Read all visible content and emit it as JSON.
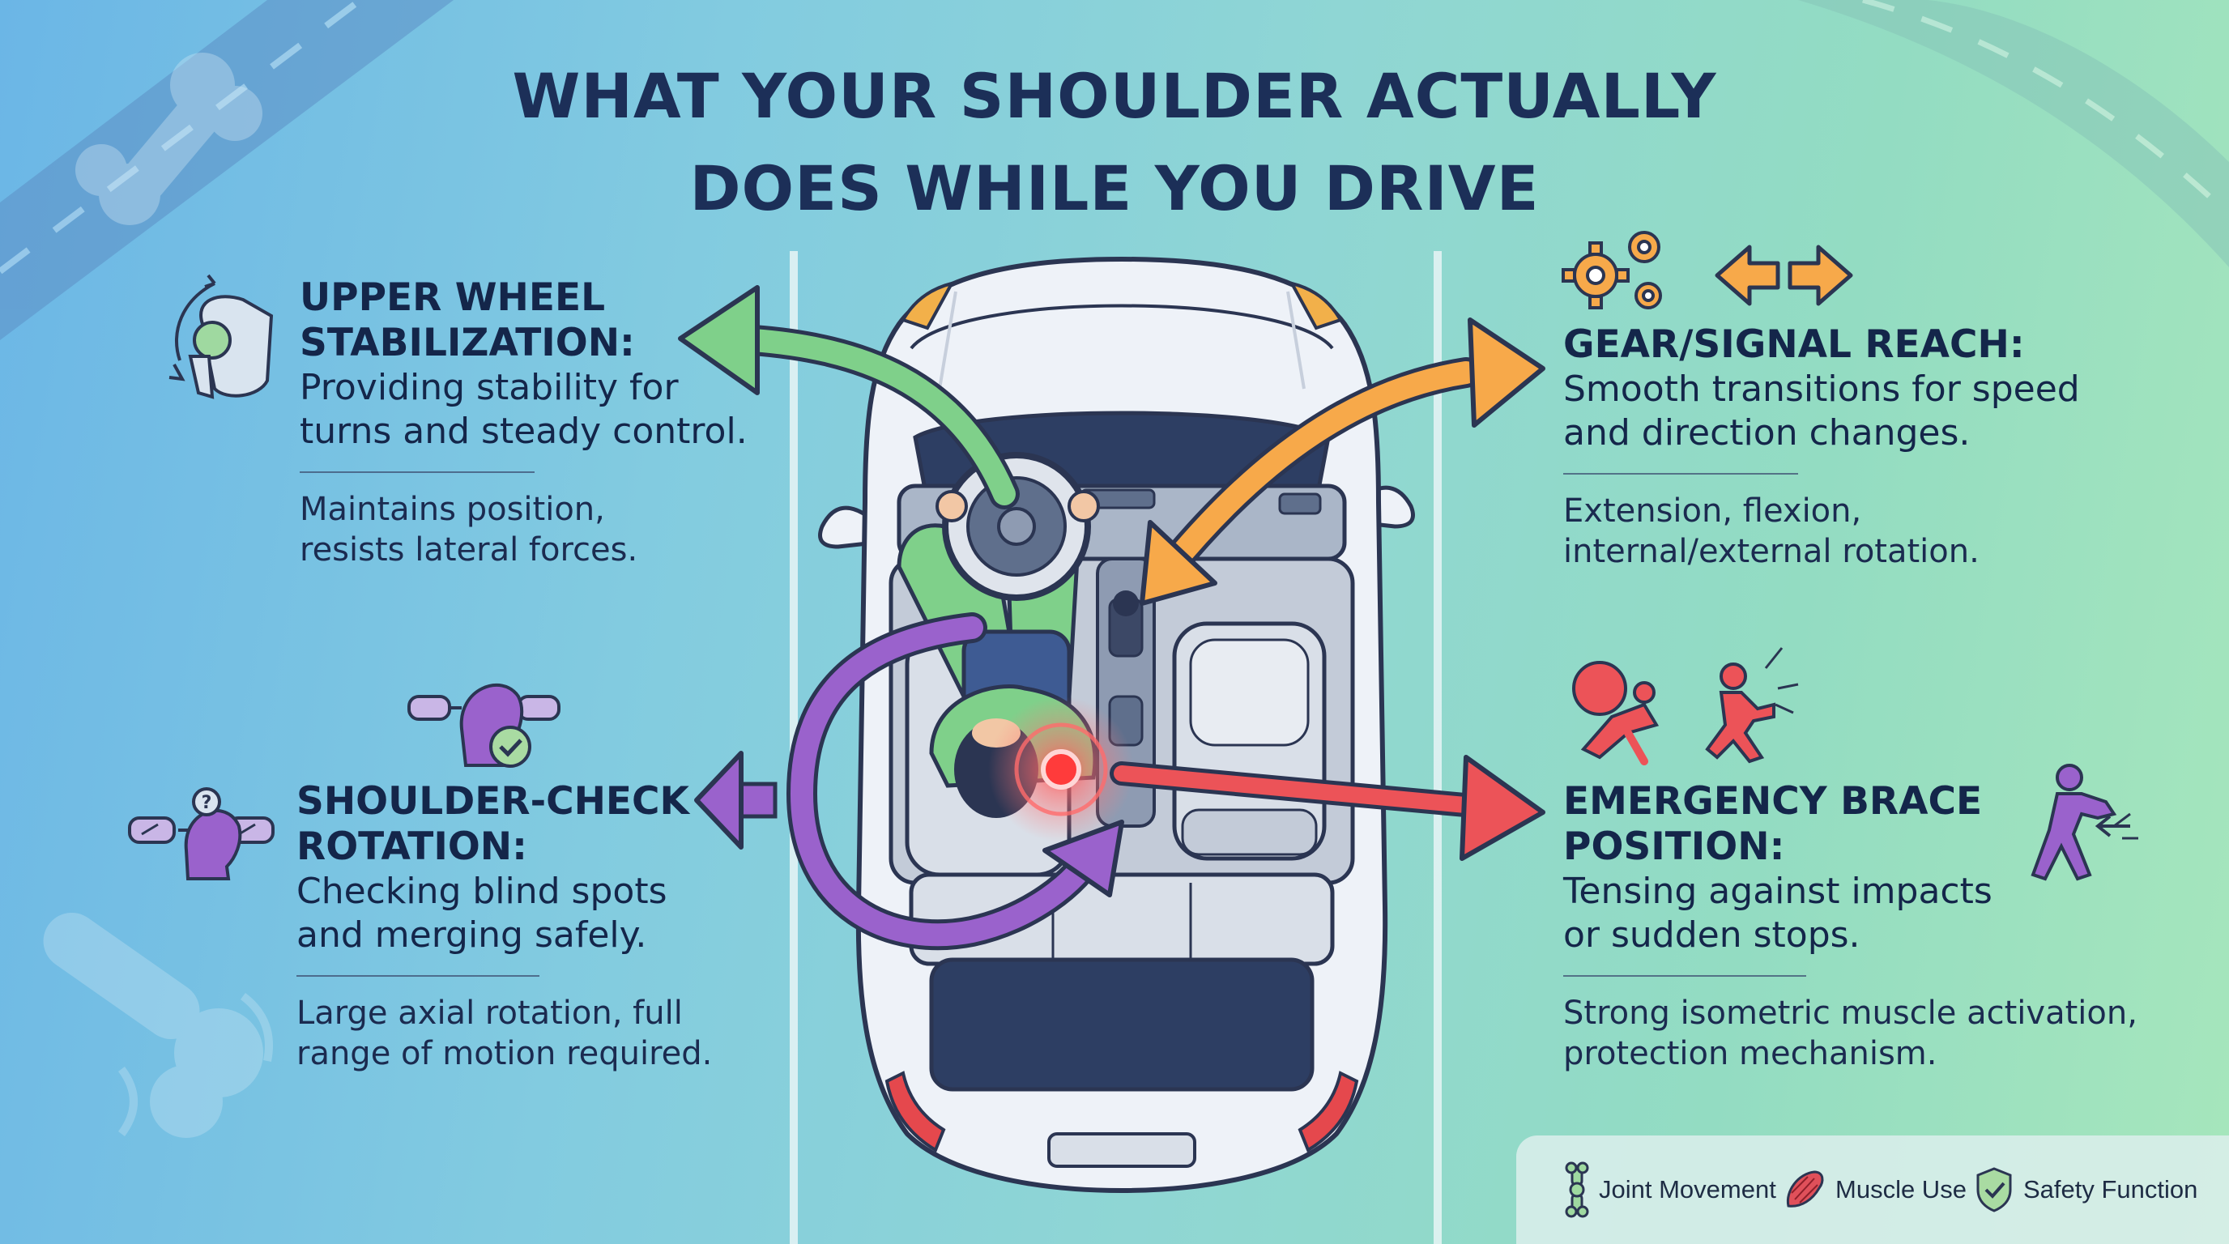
{
  "title": {
    "line1": "WHAT YOUR SHOULDER ACTUALLY",
    "line2": "DOES WHILE YOU DRIVE"
  },
  "panels": {
    "upper_wheel": {
      "head1": "UPPER WHEEL",
      "head2": "STABILIZATION:",
      "desc1": "Providing stability for",
      "desc2": "turns and steady control.",
      "detail1": "Maintains position,",
      "detail2": "resists lateral forces."
    },
    "gear_signal": {
      "head1": "GEAR/SIGNAL REACH:",
      "desc1": "Smooth transitions for speed",
      "desc2": "and direction changes.",
      "detail1": "Extension, flexion,",
      "detail2": "internal/external rotation."
    },
    "shoulder_check": {
      "head1": "SHOULDER-CHECK",
      "head2": "ROTATION:",
      "desc1": "Checking blind spots",
      "desc2": "and merging safely.",
      "detail1": "Large axial rotation, full",
      "detail2": "range of motion required."
    },
    "emergency_brace": {
      "head1": "EMERGENCY BRACE",
      "head2": "POSITION:",
      "desc1": "Tensing against impacts",
      "desc2": "or sudden stops.",
      "detail1": "Strong isometric muscle activation,",
      "detail2": "protection mechanism."
    }
  },
  "legend": {
    "items": [
      {
        "label": "Joint Movement",
        "icon": "bone-joint-icon",
        "color": "#7cc98a"
      },
      {
        "label": "Muscle Use",
        "icon": "muscle-icon",
        "color": "#e0505a"
      },
      {
        "label": "Safety Function",
        "icon": "shield-check-icon",
        "color": "#4fae6e"
      }
    ]
  },
  "colors": {
    "title": "#1c2f58",
    "green_arrow": "#7fd08a",
    "orange_arrow": "#f7a94a",
    "purple_arrow": "#9a62cc",
    "red_arrow": "#ec5358",
    "car_body": "#eef2f8",
    "outline": "#2b3552"
  }
}
